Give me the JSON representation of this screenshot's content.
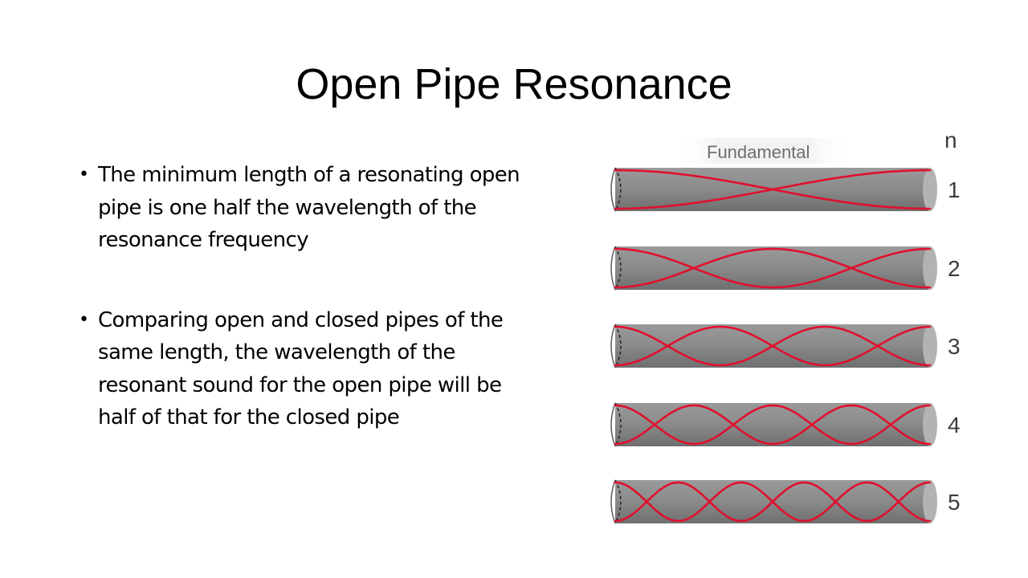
{
  "slide": {
    "title": "Open Pipe Resonance",
    "bullets": [
      "The minimum length of a resonating open pipe is one half the wavelength of the resonance frequency",
      "Comparing open and closed pipes of the same length, the wavelength of the resonant sound for the open pipe will be half of that for the closed pipe"
    ],
    "bullet_symbol": "•"
  },
  "figure": {
    "caption": "Fundamental",
    "column_header": "n",
    "modes": [
      {
        "n": "1",
        "loops": 1
      },
      {
        "n": "2",
        "loops": 2
      },
      {
        "n": "3",
        "loops": 3
      },
      {
        "n": "4",
        "loops": 4
      },
      {
        "n": "5",
        "loops": 5
      }
    ],
    "colors": {
      "pipe": "#8a8a8a",
      "pipe_end": "#b3b3b3",
      "wave": "#e0102d"
    }
  }
}
